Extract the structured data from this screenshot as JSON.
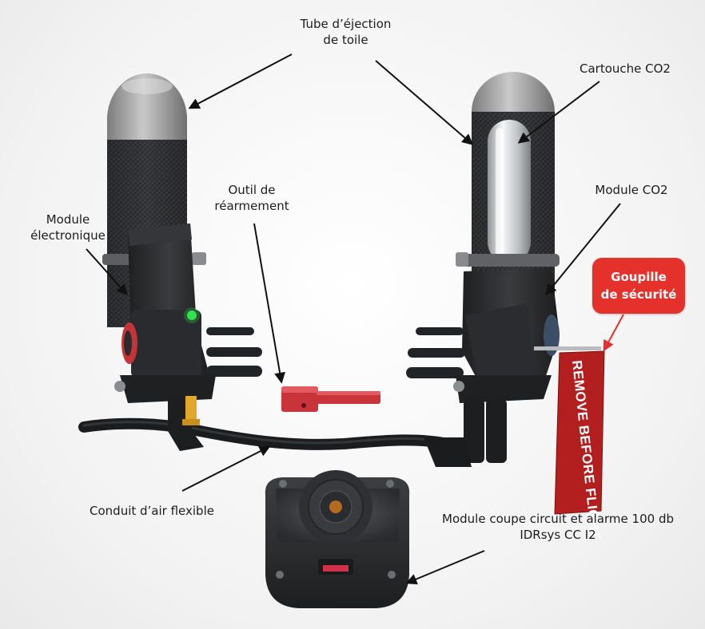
{
  "labels": {
    "tube": {
      "line1": "Tube d’éjection",
      "line2": "de toile"
    },
    "cartouche": {
      "line1": "Cartouche CO2"
    },
    "outil": {
      "line1": "Outil de",
      "line2": "réarmement"
    },
    "module_co2": {
      "line1": "Module CO2"
    },
    "module_elec": {
      "line1": "Module",
      "line2": "électronique"
    },
    "goupille": {
      "line1": "Goupille",
      "line2": "de sécurité"
    },
    "conduit": {
      "line1": "Conduit d’air flexible"
    },
    "module_coupe": {
      "line1": "Module coupe circuit et alarme 100 db",
      "line2": "IDRsys CC I2"
    }
  },
  "flag_text": "REMOVE BEFORE FLIGHT",
  "colors": {
    "accent_red": "#e4312b",
    "flag_red": "#b31e1e",
    "led_green": "#2fe34a",
    "tool_red": "#c9343a",
    "body_dark": "#2a2b2d",
    "dome_grey": "#a5a5a5"
  },
  "icons": [
    "arrow-icon"
  ]
}
